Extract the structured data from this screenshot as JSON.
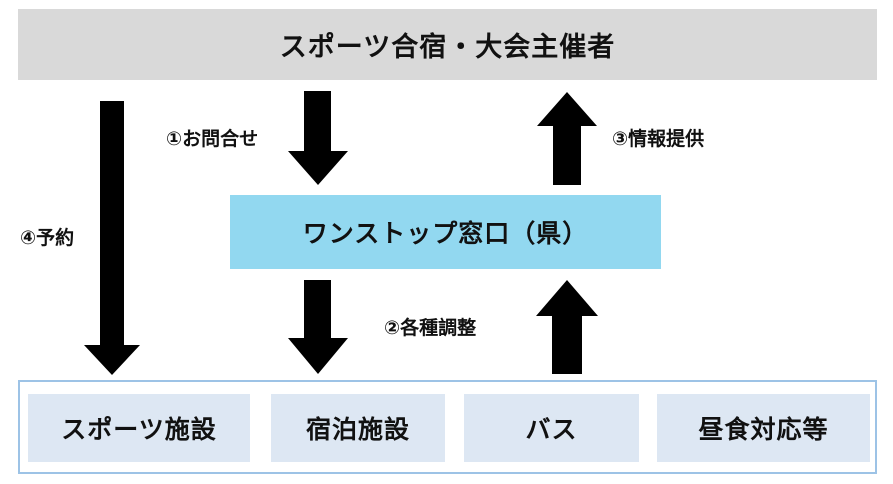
{
  "organizer": {
    "label": "スポーツ合宿・大会主催者"
  },
  "onestop": {
    "label": "ワンストップ窓口（県）"
  },
  "providers": [
    {
      "label": "スポーツ施設"
    },
    {
      "label": "宿泊施設"
    },
    {
      "label": "バス"
    },
    {
      "label": "昼食対応等"
    }
  ],
  "flows": {
    "inquiry": "①お問合せ",
    "coordination": "②各種調整",
    "info": "③情報提供",
    "reservation": "④予約"
  },
  "colors": {
    "organizer_fill": "#d9d9d9",
    "onestop_fill": "#92d8f0",
    "provider_fill": "#dde7f3",
    "provider_border": "#9dc3e6",
    "arrow": "#000000"
  }
}
